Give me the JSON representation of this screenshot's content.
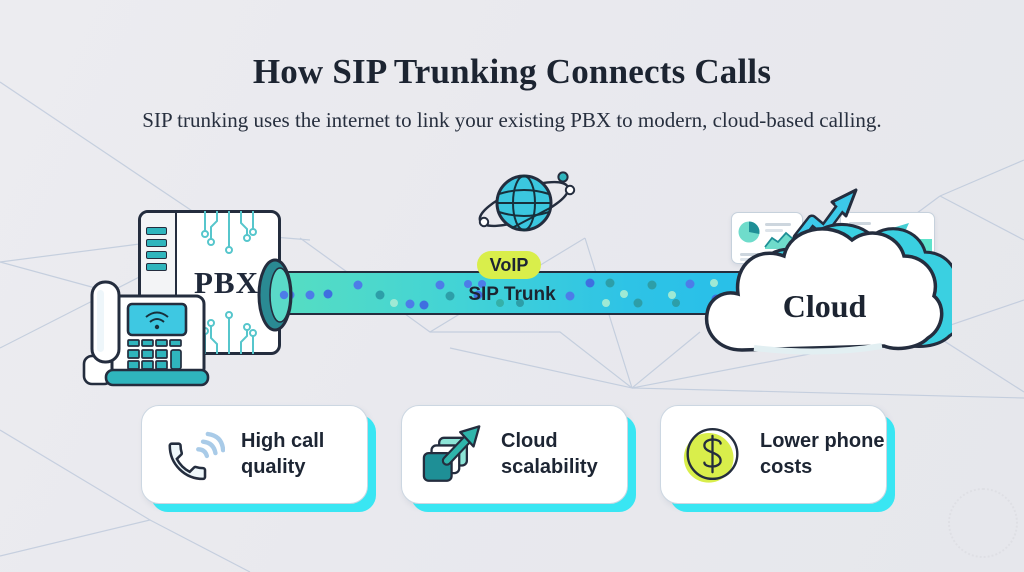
{
  "header": {
    "title": "How SIP Trunking Connects Calls",
    "subtitle": "SIP trunking uses the internet to link your existing PBX to modern, cloud-based calling."
  },
  "diagram": {
    "pbx_label": "PBX",
    "voip_badge": "VoIP",
    "trunk_label": "SIP Trunk",
    "cloud_label": "Cloud"
  },
  "features": [
    {
      "label": "High call quality",
      "icon": "phone-handset-waves-icon"
    },
    {
      "label": "Cloud scalability",
      "icon": "stacked-squares-arrow-icon"
    },
    {
      "label": "Lower phone costs",
      "icon": "dollar-coin-icon"
    }
  ],
  "colors": {
    "ink": "#242d3e",
    "teal": "#2fb5bd",
    "pipe_start": "#57dec1",
    "pipe_end": "#28bfe9",
    "lime": "#d9ee4b",
    "cyan_shadow": "#39e6f3",
    "background": "#e9e9ee"
  }
}
